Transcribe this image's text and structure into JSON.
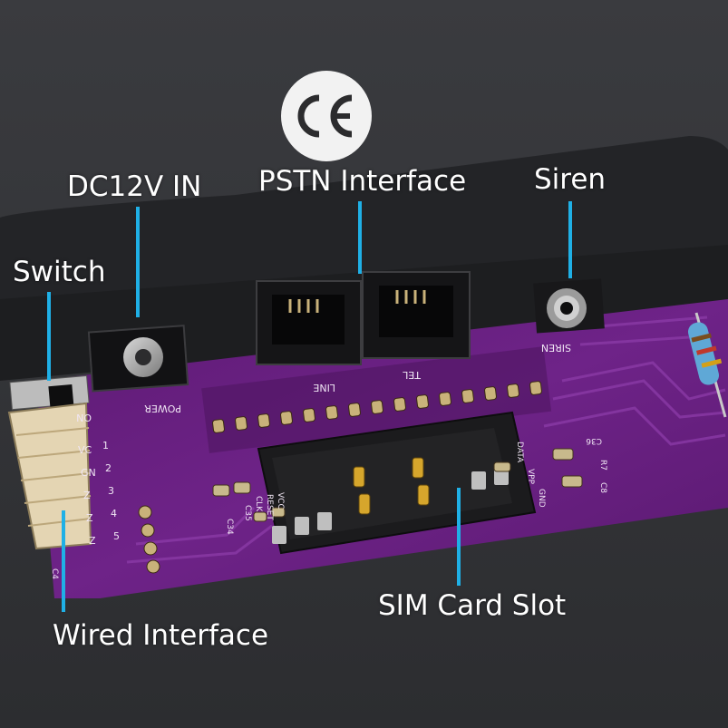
{
  "image": {
    "subject": "ce-logo",
    "callouts": {
      "dc_in": "DC12V IN",
      "pstn": "PSTN Interface",
      "siren": "Siren",
      "switch": "Switch",
      "wired": "Wired Interface",
      "sim": "SIM Card Slot"
    },
    "board_silkscreen": {
      "line": "LINE",
      "tel": "TEL",
      "siren": "SIREN",
      "power": "POWER",
      "on": "ON",
      "pins": [
        "1",
        "2",
        "3",
        "4",
        "5"
      ],
      "pin_names": [
        "VC",
        "GN",
        "Z",
        "Z",
        "Z"
      ],
      "sim_pins": [
        "CLK",
        "RESET",
        "VCC",
        "DATA",
        "VPP",
        "GND"
      ],
      "refs": [
        "C35",
        "C34",
        "C36",
        "R7",
        "C8",
        "C4"
      ]
    },
    "colors": {
      "accent_line": "#1fb0e6",
      "pcb": "#6a1f82",
      "housing": "#2d2e31"
    }
  }
}
